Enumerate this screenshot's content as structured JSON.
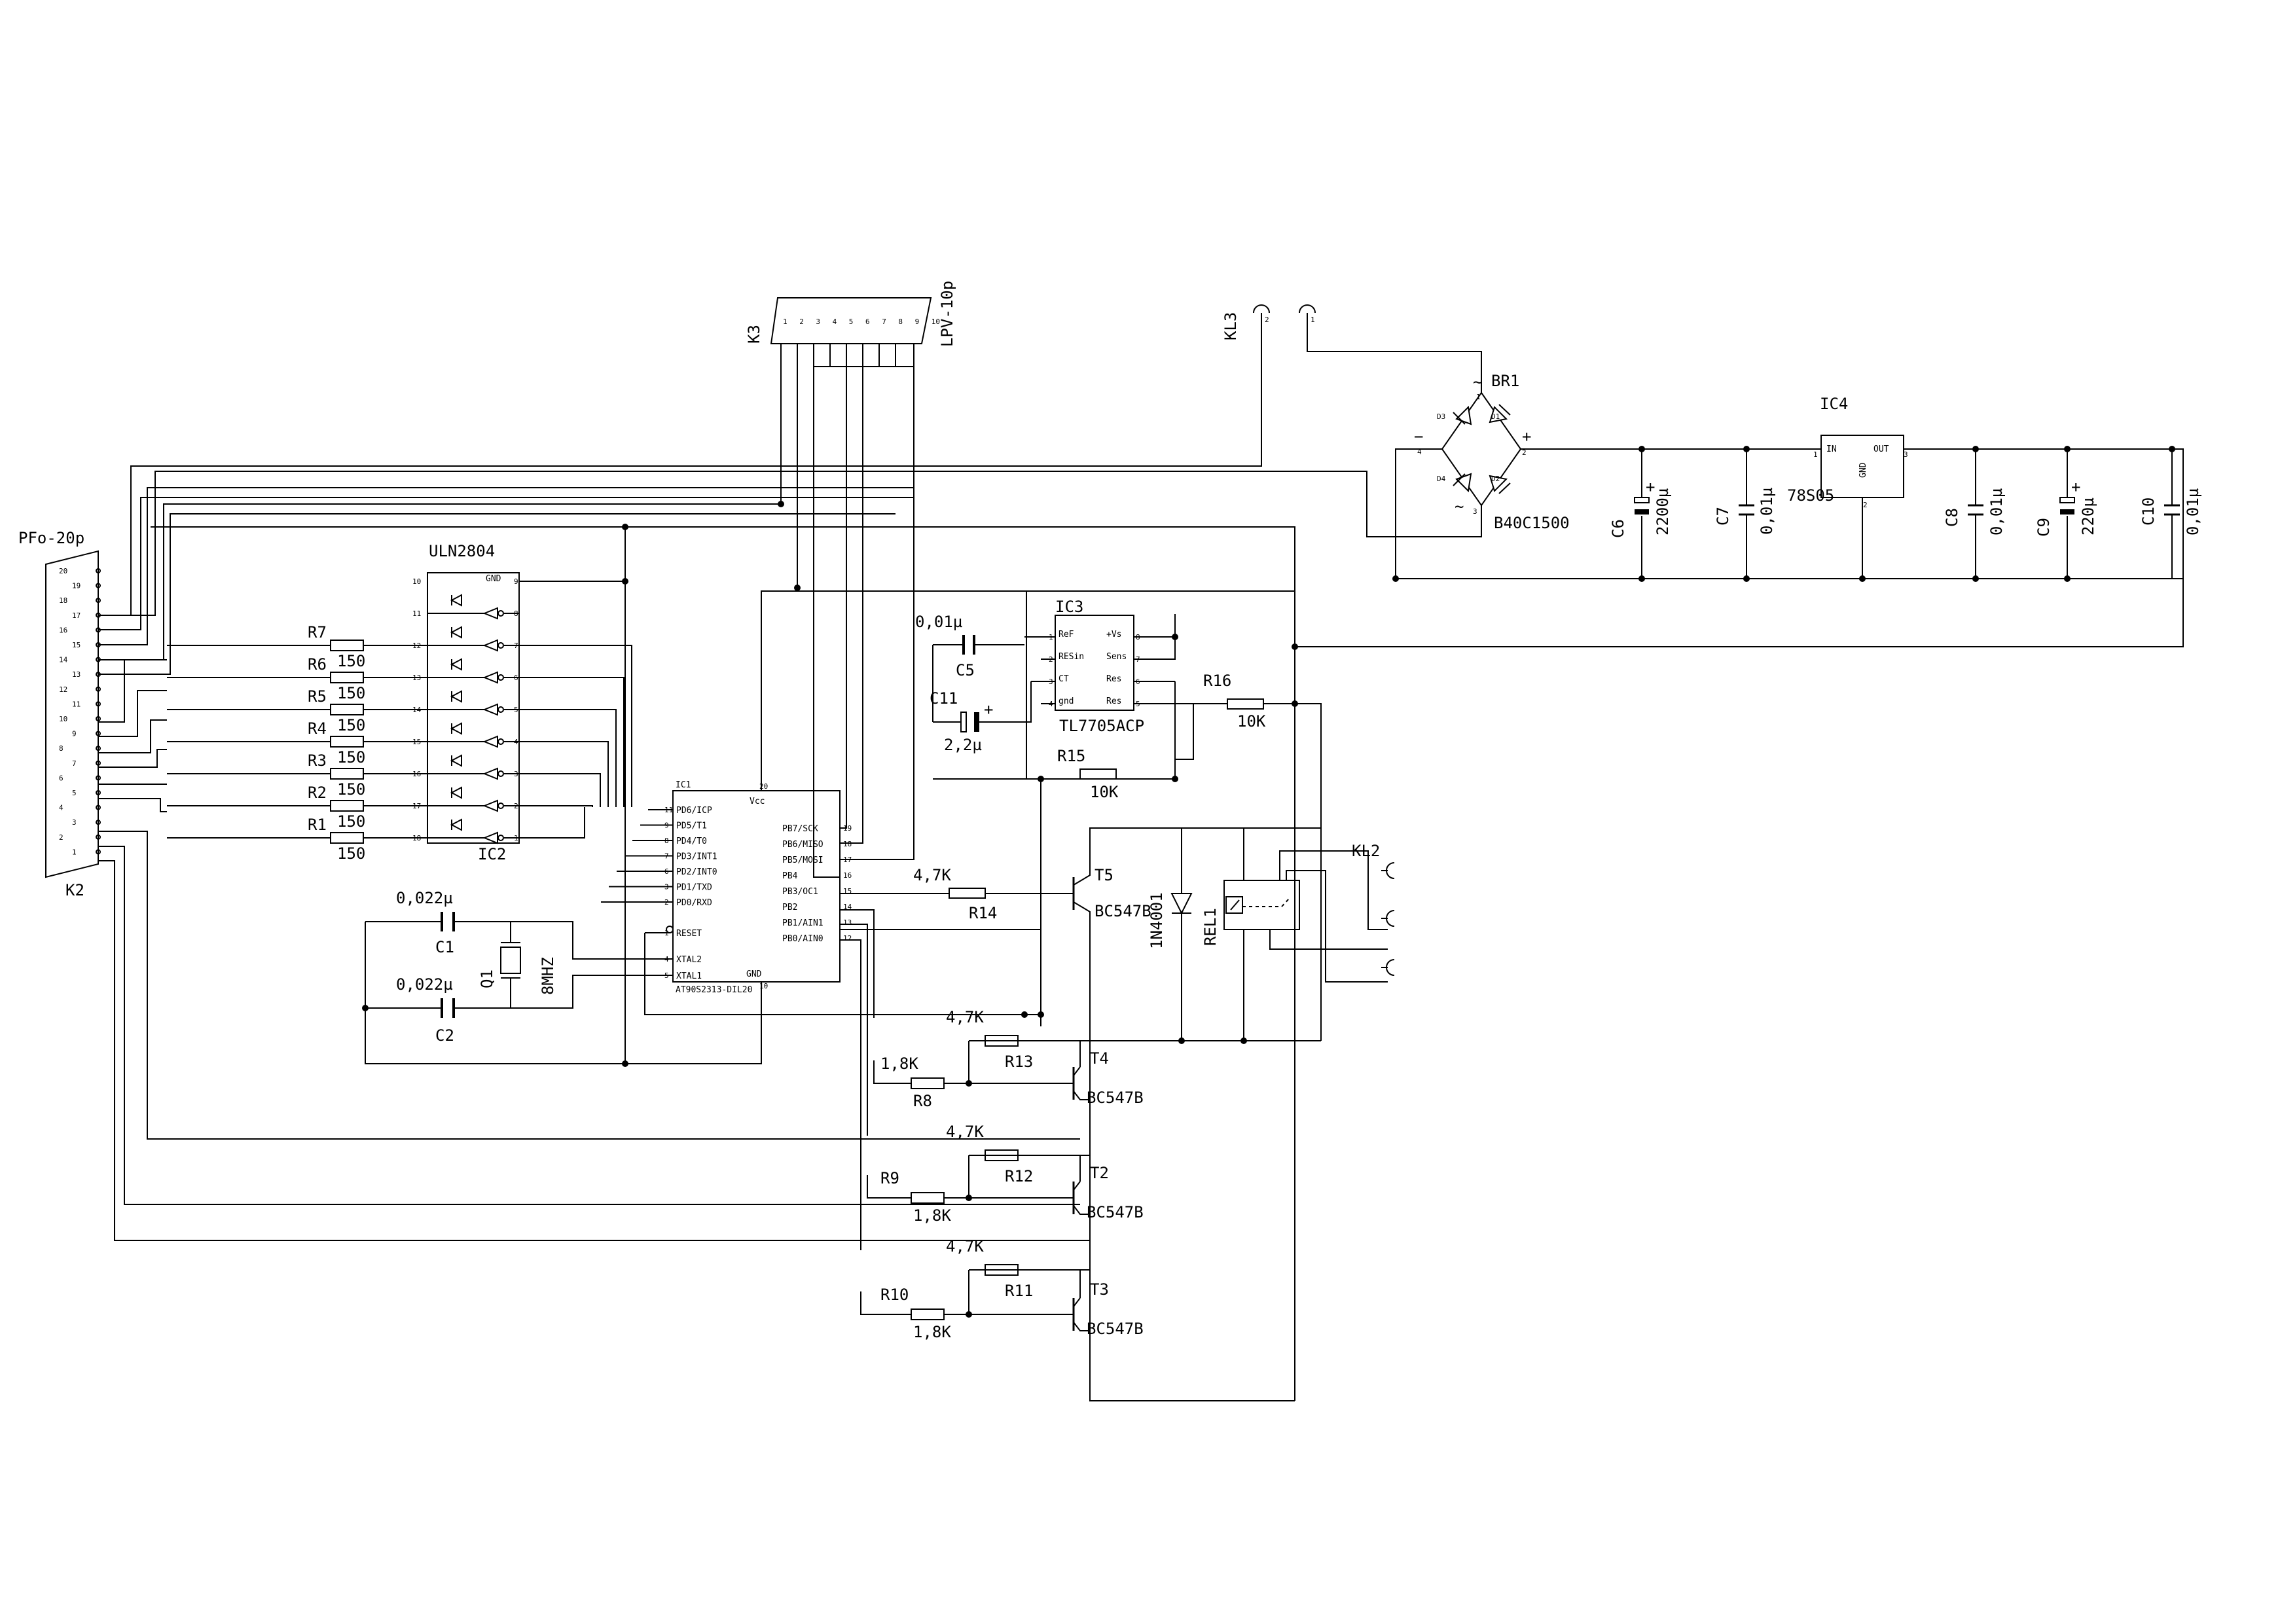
{
  "labels": {
    "k2_name": "K2",
    "k2_type": "PFo-20p",
    "k3_name": "K3",
    "k3_type": "LPV-10p",
    "kl3": "KL3",
    "kl2": "KL2",
    "br1": "BR1",
    "br1_type": "B40C1500",
    "ic4": "IC4",
    "ic4_type": "78S05",
    "ic4_in": "IN",
    "ic4_out": "OUT",
    "ic4_gnd": "GND",
    "ic2_type": "ULN2804",
    "ic2_name": "IC2",
    "ic2_gnd": "GND",
    "ic3": "IC3",
    "ic3_type": "TL7705ACP",
    "ic3_ref": "ReF",
    "ic3_vs": "+Vs",
    "ic3_resin": "RESin",
    "ic3_sens": "Sens",
    "ic3_ct": "CT",
    "ic3_res": "Res",
    "ic3_gnd": "gnd",
    "ic3_resn": "Res",
    "ic1": "IC1",
    "ic1_type": "AT90S2313-DIL20",
    "ic1_vcc": "Vcc",
    "ic1_gnd": "GND",
    "ic1_pd6": "PD6/ICP",
    "ic1_pd5": "PD5/T1",
    "ic1_pd4": "PD4/T0",
    "ic1_pd3": "PD3/INT1",
    "ic1_pd2": "PD2/INT0",
    "ic1_pd1": "PD1/TXD",
    "ic1_pd0": "PD0/RXD",
    "ic1_reset": "RESET",
    "ic1_xtal2": "XTAL2",
    "ic1_xtal1": "XTAL1",
    "ic1_pb7": "PB7/SCK",
    "ic1_pb6": "PB6/MISO",
    "ic1_pb5": "PB5/MOSI",
    "ic1_pb4": "PB4",
    "ic1_pb3": "PB3/OC1",
    "ic1_pb2": "PB2",
    "ic1_pb1": "PB1/AIN1",
    "ic1_pb0": "PB0/AIN0",
    "r1": "R1",
    "r2": "R2",
    "r3": "R3",
    "r4": "R4",
    "r5": "R5",
    "r6": "R6",
    "r7": "R7",
    "r150": "150",
    "r8": "R8",
    "r9": "R9",
    "r10": "R10",
    "r11": "R11",
    "r12": "R12",
    "r13": "R13",
    "r14": "R14",
    "r15": "R15",
    "r16": "R16",
    "v18k": "1,8K",
    "v47k": "4,7K",
    "v10k": "10K",
    "c1": "C1",
    "c2": "C2",
    "c5": "C5",
    "c6": "C6",
    "c7": "C7",
    "c8": "C8",
    "c9": "C9",
    "c10": "C10",
    "c11": "C11",
    "v0022": "0,022µ",
    "v001": "0,01µ",
    "v2200": "2200µ",
    "v220": "220µ",
    "v22": "2,2µ",
    "q1": "Q1",
    "q1_freq": "8MHZ",
    "t2": "T2",
    "t3": "T3",
    "t4": "T4",
    "t5": "T5",
    "bc547": "BC547B",
    "d1": "1N4001",
    "rel": "REL1",
    "plus": "+",
    "minus": "−",
    "ac": "~",
    "k2_pins": [
      "20",
      "19",
      "18",
      "17",
      "16",
      "15",
      "14",
      "13",
      "12",
      "11",
      "10",
      "9",
      "8",
      "7",
      "6",
      "5",
      "4",
      "3",
      "2",
      "1"
    ],
    "k3_pins": [
      "1",
      "2",
      "3",
      "4",
      "5",
      "6",
      "7",
      "8",
      "9",
      "10"
    ]
  }
}
